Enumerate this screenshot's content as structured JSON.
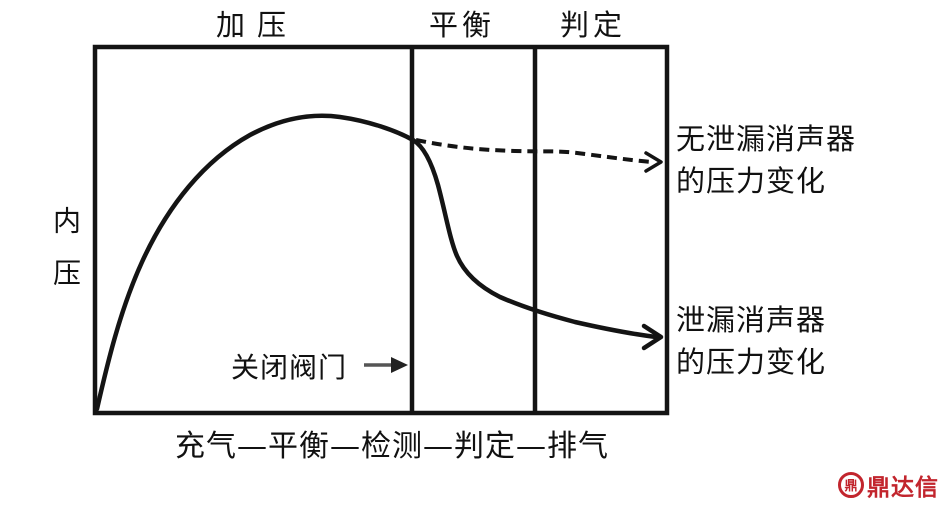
{
  "diagram_title_semantics": "Pressure change over leak-test phases for a muffler",
  "colors": {
    "line": "#141414",
    "logo_red": "#c2252d"
  },
  "phases": [
    {
      "label": "加压"
    },
    {
      "label": "平衡"
    },
    {
      "label": "判定"
    }
  ],
  "y_axis_label": "内压",
  "x_axis_label": "充气—平衡—检测—判定—排气",
  "annotations": {
    "close_valve": "关闭阀门",
    "no_leak": "无泄漏消声器\n的压力变化",
    "leak": "泄漏消声器\n的压力变化"
  },
  "curves": [
    {
      "name": "no-leak-pressure-curve",
      "style": "dashed",
      "meaning": "无泄漏消声器的压力变化"
    },
    {
      "name": "leak-pressure-curve",
      "style": "solid",
      "meaning": "泄漏消声器的压力变化"
    }
  ],
  "watermark": {
    "brand": "鼎达信",
    "icon_glyph": "鼎"
  }
}
